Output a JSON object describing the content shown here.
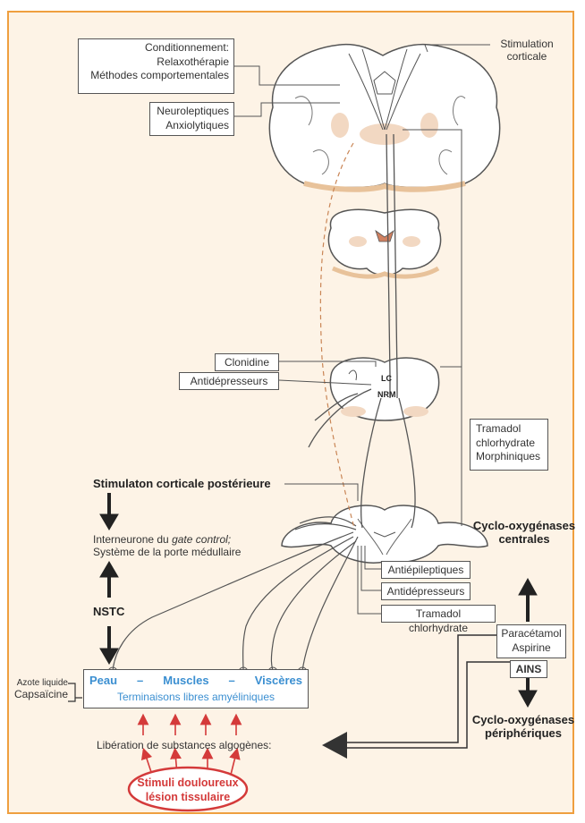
{
  "labels": {
    "conditioning": {
      "title": "Conditionnement:",
      "line1": "Relaxothérapie",
      "line2": "Méthodes comportementales"
    },
    "neuroleptics": {
      "line1": "Neuroleptiques",
      "line2": "Anxiolytiques"
    },
    "stimulation_corticale": {
      "line1": "Stimulation",
      "line2": "corticale"
    },
    "clonidine": "Clonidine",
    "antidepresseurs_top": "Antidépresseurs",
    "lc": "LC",
    "nrm": "NRM",
    "tramadol_group": {
      "line1": "Tramadol",
      "line2": "chlorhydrate",
      "line3": "Morphiniques"
    },
    "stim_posterieure": "Stimulaton corticale postérieure",
    "interneurone": {
      "prefix": "Interneurone du ",
      "italic": "gate control;",
      "line2": "Système de la porte médullaire"
    },
    "nstc": "NSTC",
    "cox_centrales": {
      "line1": "Cyclo-oxygénases",
      "line2": "centrales"
    },
    "antiepileptiques": "Antiépileptiques",
    "antidepresseurs_bottom": "Antidépresseurs",
    "tramadol_bottom": "Tramadol chlorhydrate",
    "paracetamol": {
      "line1": "Paracétamol",
      "line2": "Aspirine"
    },
    "ains": "AINS",
    "cox_peripheriques": {
      "line1": "Cyclo-oxygénases",
      "line2": "périphériques"
    },
    "azote": {
      "line1": "Azote liquide",
      "line2": "Capsaïcine"
    },
    "peau_box": {
      "peau": "Peau",
      "dash1": "–",
      "muscles": "Muscles",
      "dash2": "–",
      "visceres": "Viscères",
      "line2": "Terminaisons libres amyéliniques"
    },
    "liberation": "Libération de substances algogènes:",
    "stimuli": {
      "line1": "Stimuli douloureux",
      "line2": "lésion tissulaire"
    }
  },
  "colors": {
    "frame": "#ef9f3f",
    "background": "#fdf3e6",
    "blue": "#3b8fd1",
    "red": "#d43a3a",
    "tissue_shadow": "#e8c29a"
  }
}
